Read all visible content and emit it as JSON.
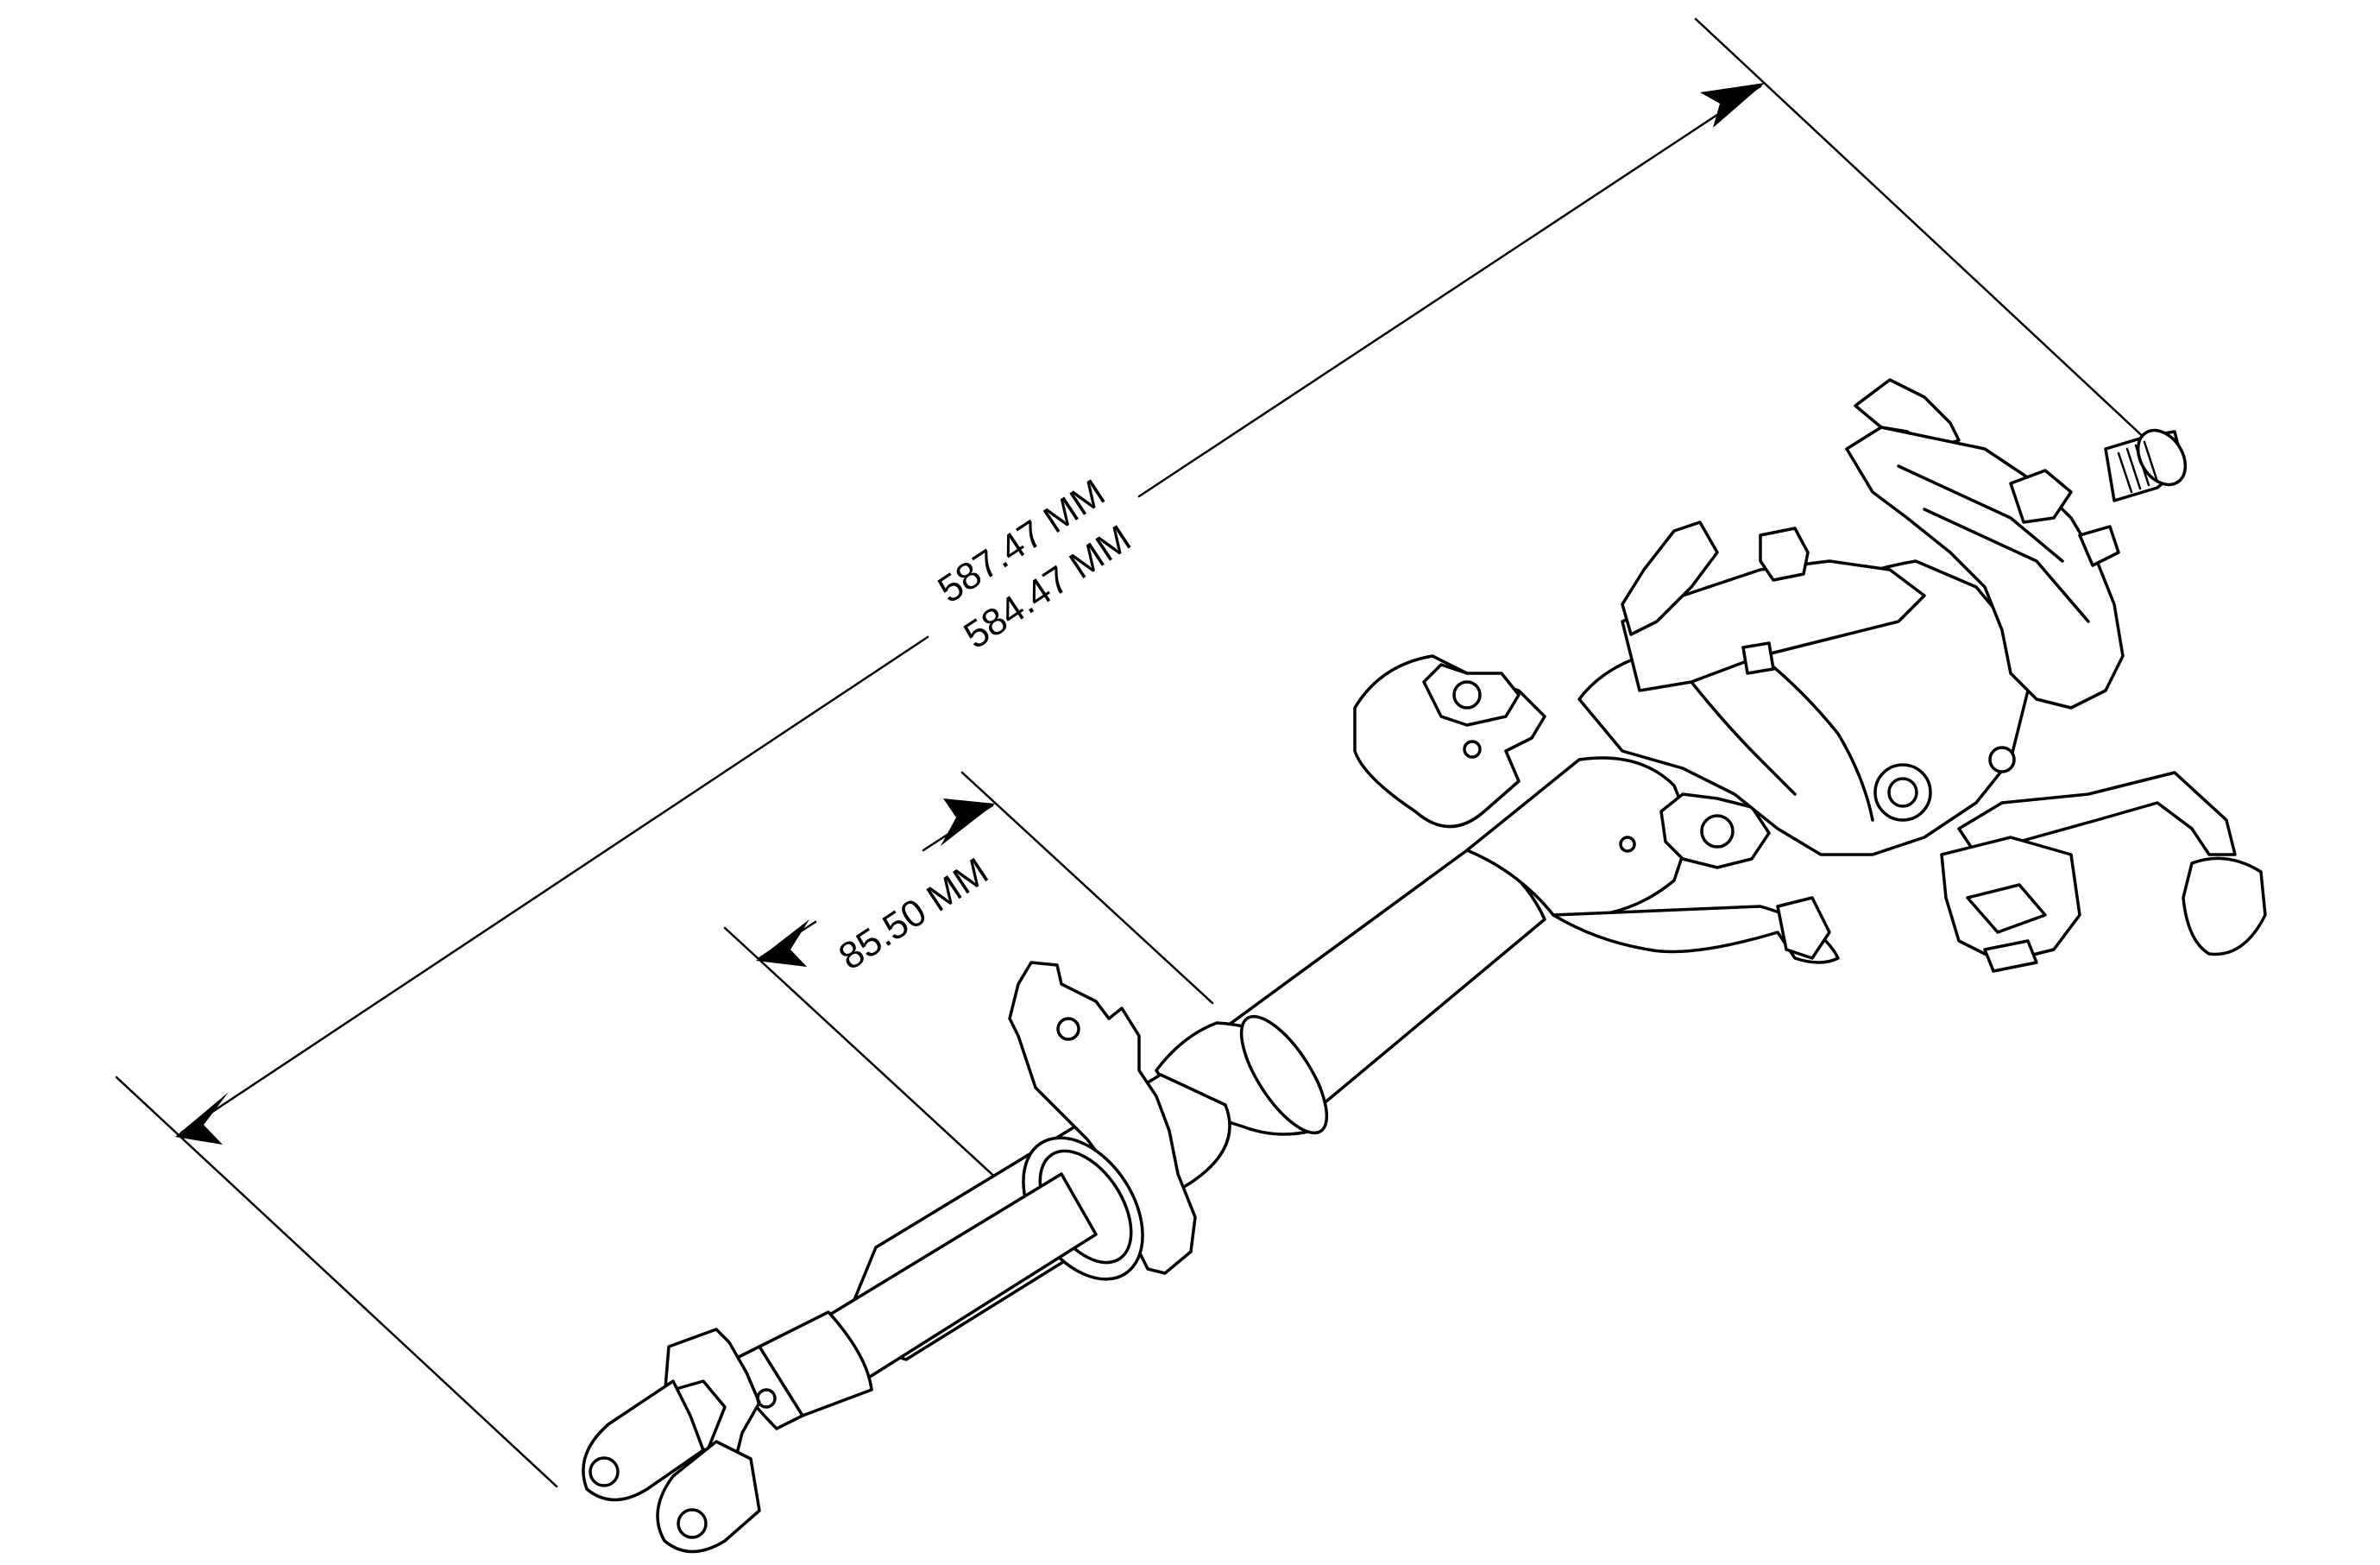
{
  "dimensions": {
    "overall": {
      "line1": "587.47 MM",
      "line2": "584.47 MM"
    },
    "offset": {
      "label": "85.50 MM"
    }
  },
  "colors": {
    "line": "#000000",
    "background": "#ffffff"
  }
}
